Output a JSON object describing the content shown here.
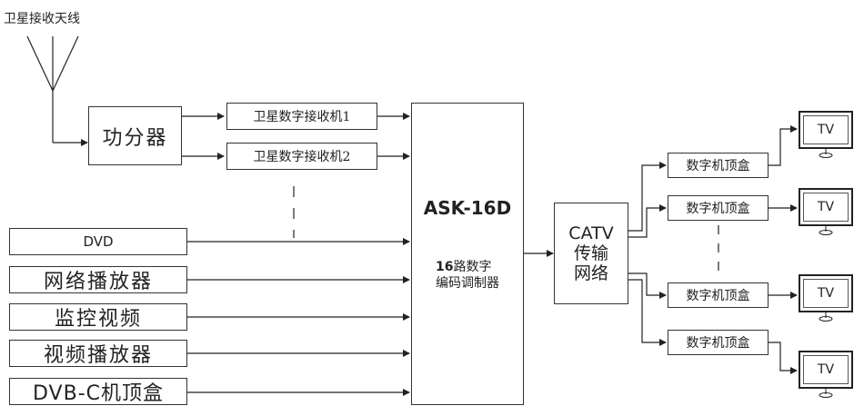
{
  "antenna_label": "卫星接收天线",
  "splitter": "功分器",
  "receivers": [
    "卫星数字接收机1",
    "卫星数字接收机2"
  ],
  "encoder": {
    "title": "ASK-16D",
    "sub_bold": "16",
    "sub_rest": "路数字",
    "sub_line2": "编码调制器"
  },
  "catv": [
    "CATV",
    "传输",
    "网络"
  ],
  "sources": [
    "DVD",
    "网络播放器",
    "监控视频",
    "视频播放器",
    "DVB-C机顶盒"
  ],
  "settop_boxes": [
    "数字机顶盒",
    "数字机顶盒",
    "数字机顶盒",
    "数字机顶盒"
  ],
  "tvs": [
    "TV",
    "TV",
    "TV",
    "TV"
  ]
}
